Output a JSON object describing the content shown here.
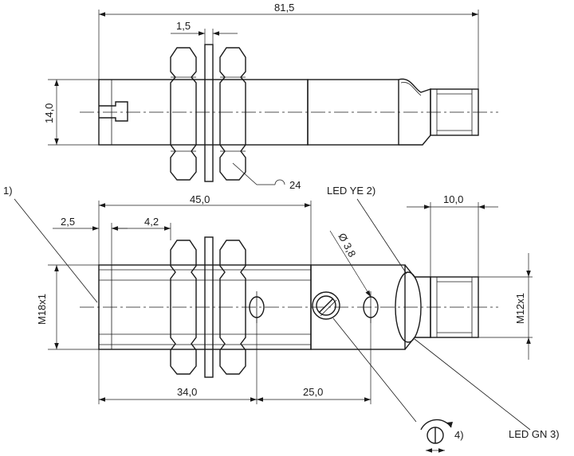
{
  "dimensions": {
    "overall_length": "81,5",
    "nut_thickness": "1,5",
    "height_top": "14,0",
    "wrench_size": "24",
    "thread_length": "45,0",
    "front_offset": "2,5",
    "nut_spacing": "4,2",
    "connector_length": "10,0",
    "led_hole_diameter": "Ø 3,8",
    "thread_main": "M18x1",
    "thread_connector": "M12x1",
    "to_center": "34,0",
    "center_to_led": "25,0"
  },
  "notes": {
    "sensing_face": "1)",
    "led_yellow": "LED YE 2)",
    "led_green": "LED GN 3)",
    "potentiometer": "4)"
  }
}
